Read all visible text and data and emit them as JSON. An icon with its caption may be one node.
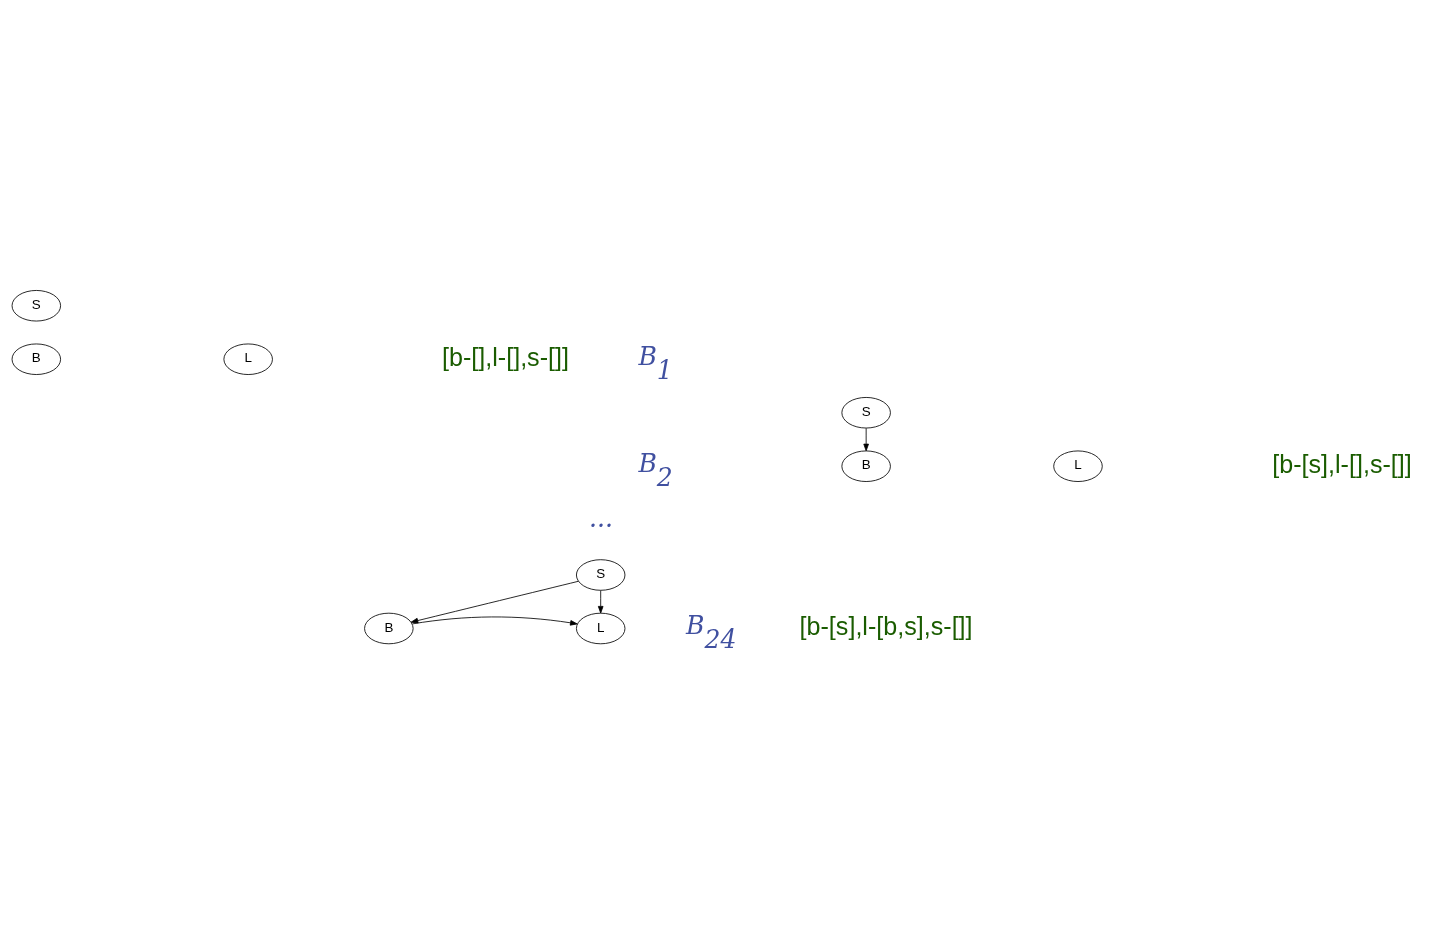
{
  "diagram": {
    "nodes": [
      {
        "text": [
          "S"
        ]
      },
      {
        "text": [
          "B"
        ]
      },
      {
        "text": [
          "L"
        ]
      },
      {
        "text": [
          "S"
        ]
      },
      {
        "text": [
          "B"
        ]
      },
      {
        "text": [
          "L"
        ]
      },
      {
        "text": [
          "S"
        ]
      },
      {
        "text": [
          "B"
        ]
      },
      {
        "text": [
          "L"
        ]
      }
    ],
    "edges": [
      {
        "from": 3,
        "to": 4,
        "arrow": "to"
      },
      {
        "from": 6,
        "to": 7,
        "arrow": "to"
      },
      {
        "from": 6,
        "to": 8,
        "arrow": "to"
      },
      {
        "from": 7,
        "to": 8,
        "arrow": "to"
      }
    ],
    "labels": [
      "B$_{1}$",
      "[b-[],l-[],s-[]]",
      "B$_{2}$",
      "[b-[s],l-[],s-[]]",
      "...",
      "B$_{24}$",
      "[b-[s],l-[b,s],s-[]]"
    ]
  }
}
